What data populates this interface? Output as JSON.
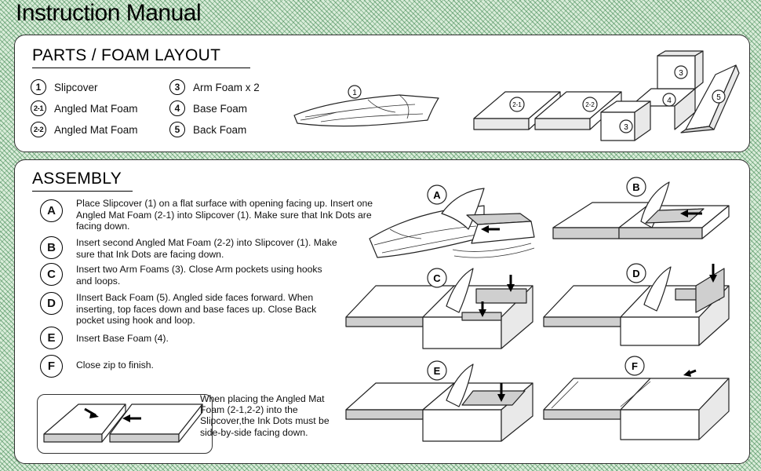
{
  "page_title": "Instruction Manual",
  "parts": {
    "heading": "PARTS / FOAM LAYOUT",
    "items": [
      {
        "badge": "1",
        "label": "Slipcover"
      },
      {
        "badge": "2-1",
        "label": "Angled Mat Foam"
      },
      {
        "badge": "2-2",
        "label": "Angled Mat Foam"
      },
      {
        "badge": "3",
        "label": "Arm Foam x 2"
      },
      {
        "badge": "4",
        "label": "Base Foam"
      },
      {
        "badge": "5",
        "label": "Back Foam"
      }
    ],
    "diagram_labels": {
      "slipcover": "1",
      "mat1": "2-1",
      "mat2": "2-2",
      "arm_top": "3",
      "arm_front": "3",
      "base": "4",
      "back": "5"
    }
  },
  "assembly": {
    "heading": "ASSEMBLY",
    "steps": [
      {
        "badge": "A",
        "text": "Place Slipcover (1) on a flat surface with opening facing up. Insert one Angled Mat Foam (2-1) into Slipcover (1). Make sure that Ink Dots are facing down."
      },
      {
        "badge": "B",
        "text": "Insert second Angled Mat Foam (2-2) into Slipcover (1). Make sure that Ink Dots are facing down."
      },
      {
        "badge": "C",
        "text": "Insert two Arm Foams (3). Close Arm pockets using hooks and loops."
      },
      {
        "badge": "D",
        "text": "IInsert Back Foam (5). Angled side faces forward. When inserting, top faces down and base faces up. Close Back pocket using hook and loop."
      },
      {
        "badge": "E",
        "text": "Insert Base Foam (4)."
      },
      {
        "badge": "F",
        "text": "Close zip to finish."
      }
    ],
    "note": "When placing the Angled Mat Foam (2-1,2-2) into the Slipcover,the Ink Dots must be side-by-side facing down.",
    "figure_labels": [
      "A",
      "B",
      "C",
      "D",
      "E",
      "F"
    ]
  }
}
